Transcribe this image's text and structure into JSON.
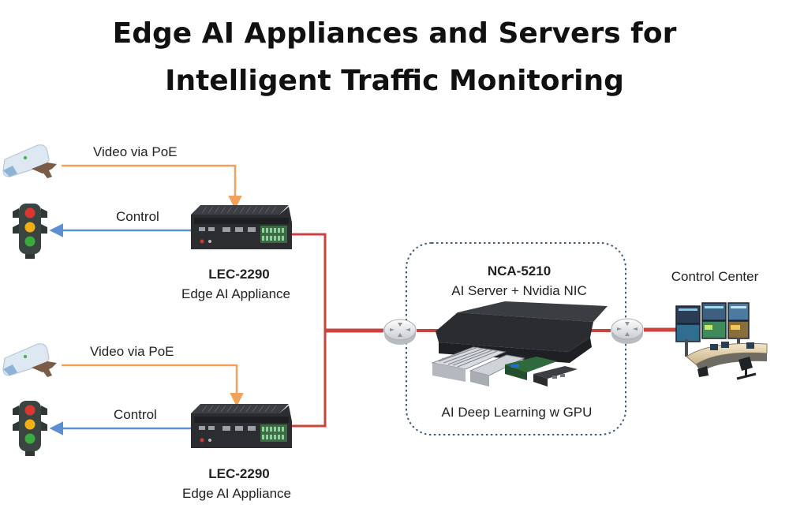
{
  "title": {
    "line1": "Edge AI Appliances and Servers for",
    "line2": "Intelligent Traffic Monitoring"
  },
  "branches": [
    {
      "video_label": "Video via PoE",
      "control_label": "Control",
      "device_model": "LEC-2290",
      "device_role": "Edge AI Appliance"
    },
    {
      "video_label": "Video via PoE",
      "control_label": "Control",
      "device_model": "LEC-2290",
      "device_role": "Edge AI Appliance"
    }
  ],
  "server": {
    "model": "NCA-5210",
    "description": "AI Server + Nvidia NIC",
    "caption": "AI Deep Learning w GPU"
  },
  "control_center": {
    "label": "Control Center"
  },
  "colors": {
    "video_link": "#f0a15a",
    "control_link": "#5b8fd1",
    "network_link": "#c9433f",
    "server_zone_border": "#3b5a7a",
    "traffic_light_body": "#3a4542"
  }
}
